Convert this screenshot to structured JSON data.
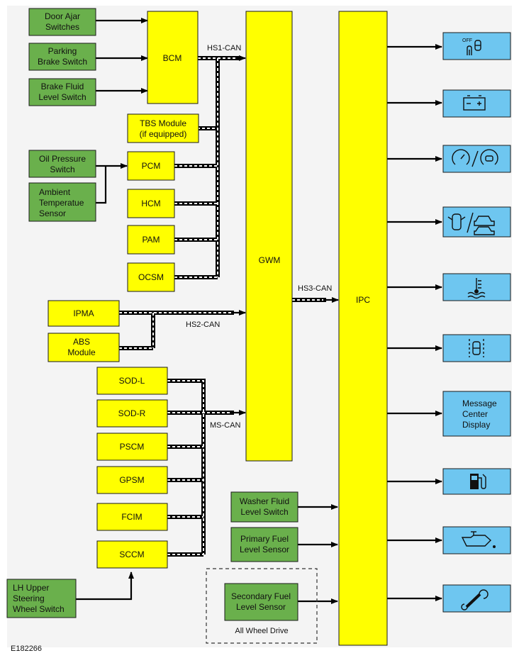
{
  "figure_id": "E182266",
  "inputs": {
    "door_ajar": [
      "Door Ajar",
      "Switches"
    ],
    "parking_brake": [
      "Parking",
      "Brake Switch"
    ],
    "brake_fluid": [
      "Brake Fluid",
      "Level Switch"
    ],
    "oil_pressure": [
      "Oil Pressure",
      "Switch"
    ],
    "ambient_temp": [
      "Ambient",
      "Temperatue",
      "Sensor"
    ],
    "lh_steering": [
      "LH Upper",
      "Steering",
      "Wheel Switch"
    ],
    "washer_fluid": [
      "Washer Fluid",
      "Level Switch"
    ],
    "primary_fuel": [
      "Primary Fuel",
      "Level Sensor"
    ],
    "secondary_fuel": [
      "Secondary Fuel",
      "Level Sensor"
    ]
  },
  "modules": {
    "bcm": "BCM",
    "tbs": [
      "TBS Module",
      "(if equipped)"
    ],
    "pcm": "PCM",
    "hcm": "HCM",
    "pam": "PAM",
    "ocsm": "OCSM",
    "ipma": "IPMA",
    "abs": [
      "ABS",
      "Module"
    ],
    "sod_l": "SOD-L",
    "sod_r": "SOD-R",
    "pscm": "PSCM",
    "gpsm": "GPSM",
    "fcim": "FCIM",
    "sccm": "SCCM",
    "gwm": "GWM",
    "ipc": "IPC"
  },
  "buses": {
    "hs1": "HS1-CAN",
    "hs2": "HS2-CAN",
    "hs3": "HS3-CAN",
    "ms": "MS-CAN"
  },
  "awd_label": "All Wheel Drive",
  "outputs": {
    "message_center": [
      "Message",
      "Center",
      "Display"
    ],
    "icons": [
      "seatbelt-off-icon",
      "battery-icon",
      "speed-control-icon",
      "door-ajar-icon",
      "coolant-temperature-icon",
      "lane-keeping-icon",
      "fuel-pump-icon",
      "oil-pressure-icon",
      "service-wrench-icon"
    ],
    "off_text": "OFF"
  }
}
